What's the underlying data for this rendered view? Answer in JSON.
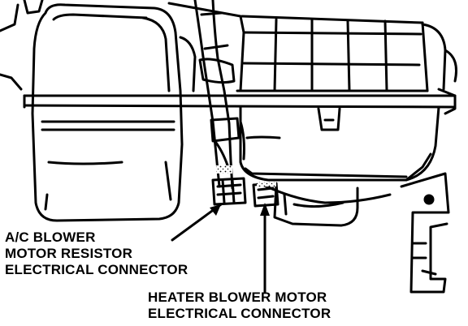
{
  "diagram": {
    "colors": {
      "ink": "#000000",
      "paper": "#ffffff"
    },
    "callouts": {
      "resistor_connector": {
        "lines": [
          "A/C BLOWER",
          "MOTOR RESISTOR",
          "ELECTRICAL CONNECTOR"
        ]
      },
      "heater_connector": {
        "lines": [
          "HEATER BLOWER MOTOR",
          "ELECTRICAL CONNECTOR"
        ]
      }
    }
  }
}
